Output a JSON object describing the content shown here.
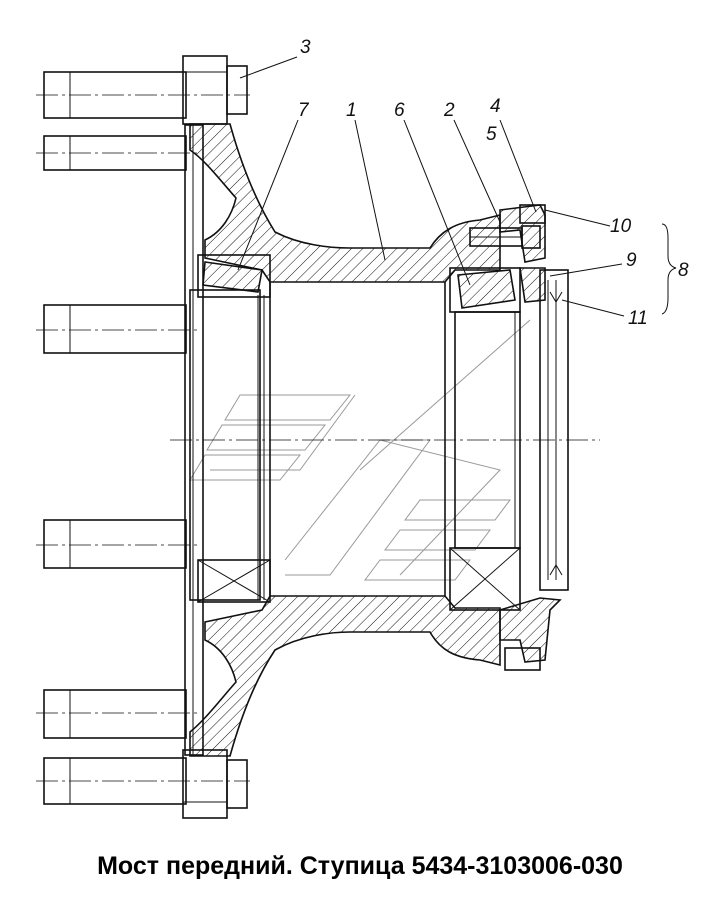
{
  "caption": "Мост передний. Ступица 5434-3103006-030",
  "callouts": {
    "c1": "1",
    "c2": "2",
    "c3": "3",
    "c4": "4",
    "c5": "5",
    "c6": "6",
    "c7": "7",
    "c8": "8",
    "c9": "9",
    "c10": "10",
    "c11": "11"
  },
  "colors": {
    "line": "#111111",
    "watermark": "#9a9a9a",
    "background": "#ffffff"
  }
}
